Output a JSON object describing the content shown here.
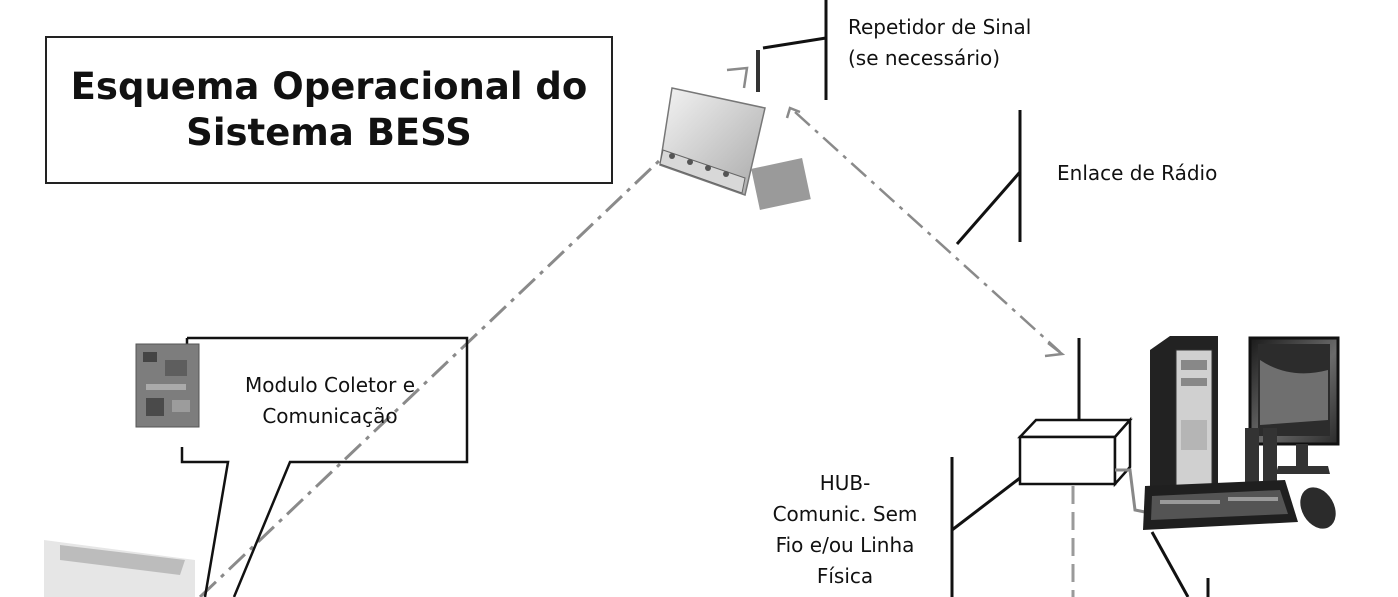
{
  "title": {
    "line1": "Esquema Operacional do",
    "line2": "Sistema BESS"
  },
  "labels": {
    "repeater_line1": "Repetidor de Sinal",
    "repeater_line2": "(se necessário)",
    "radio_link": "Enlace de Rádio",
    "collector_line1": "Modulo Coletor e",
    "collector_line2": "Comunicação",
    "hub_line1": "HUB-",
    "hub_line2": "Comunic. Sem",
    "hub_line3": "Fio e/ou Linha",
    "hub_line4": "Física"
  },
  "icons": [
    "router-icon",
    "circuit-board-icon",
    "hub-box-icon",
    "computer-icon",
    "keyboard-icon",
    "mouse-icon",
    "meter-icon"
  ],
  "colors": {
    "ink": "#111111",
    "dash": "#8a8a8a",
    "device_gray": "#9a9a9a"
  }
}
